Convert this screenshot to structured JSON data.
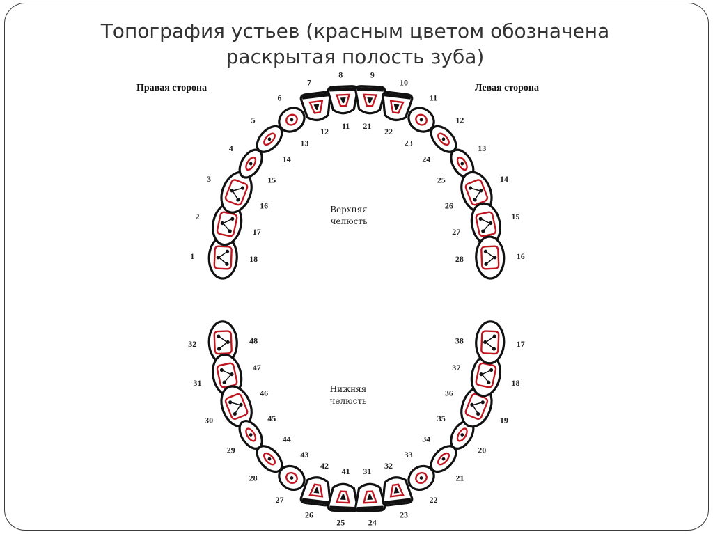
{
  "title": {
    "line1": "Топография устьев  (красным цветом обозначена",
    "line2": "раскрытая полость зуба)"
  },
  "labels": {
    "right_side": "Правая сторона",
    "left_side": "Левая сторона",
    "upper_jaw_line1": "Верхняя",
    "upper_jaw_line2": "челюсть",
    "lower_jaw_line1": "Нижняя",
    "lower_jaw_line2": "челюсть"
  },
  "colors": {
    "outline": "#111111",
    "cavity": "#c0161f",
    "frame": "#3a3a3a"
  },
  "upper_teeth": [
    {
      "type": "molar",
      "outer": "1",
      "inner": "18"
    },
    {
      "type": "molar",
      "outer": "2",
      "inner": "17"
    },
    {
      "type": "molar",
      "outer": "3",
      "inner": "16"
    },
    {
      "type": "premolar",
      "outer": "4",
      "inner": "15"
    },
    {
      "type": "premolar",
      "outer": "5",
      "inner": "14"
    },
    {
      "type": "canine",
      "outer": "6",
      "inner": "13"
    },
    {
      "type": "incisor",
      "outer": "7",
      "inner": "12"
    },
    {
      "type": "incisor",
      "outer": "8",
      "inner": "11"
    },
    {
      "type": "incisor",
      "outer": "9",
      "inner": "21"
    },
    {
      "type": "incisor",
      "outer": "10",
      "inner": "22"
    },
    {
      "type": "canine",
      "outer": "11",
      "inner": "23"
    },
    {
      "type": "premolar",
      "outer": "12",
      "inner": "24"
    },
    {
      "type": "premolar",
      "outer": "13",
      "inner": "25"
    },
    {
      "type": "molar",
      "outer": "14",
      "inner": "26"
    },
    {
      "type": "molar",
      "outer": "15",
      "inner": "27"
    },
    {
      "type": "molar",
      "outer": "16",
      "inner": "28"
    }
  ],
  "lower_teeth": [
    {
      "type": "molar",
      "outer": "32",
      "inner": "48"
    },
    {
      "type": "molar",
      "outer": "31",
      "inner": "47"
    },
    {
      "type": "molar",
      "outer": "30",
      "inner": "46"
    },
    {
      "type": "premolar",
      "outer": "29",
      "inner": "45"
    },
    {
      "type": "premolar",
      "outer": "28",
      "inner": "44"
    },
    {
      "type": "canine",
      "outer": "27",
      "inner": "43"
    },
    {
      "type": "incisor",
      "outer": "26",
      "inner": "42"
    },
    {
      "type": "incisor",
      "outer": "25",
      "inner": "41"
    },
    {
      "type": "incisor",
      "outer": "24",
      "inner": "31"
    },
    {
      "type": "incisor",
      "outer": "23",
      "inner": "32"
    },
    {
      "type": "canine",
      "outer": "22",
      "inner": "33"
    },
    {
      "type": "premolar",
      "outer": "21",
      "inner": "34"
    },
    {
      "type": "premolar",
      "outer": "20",
      "inner": "35"
    },
    {
      "type": "molar",
      "outer": "19",
      "inner": "36"
    },
    {
      "type": "molar",
      "outer": "18",
      "inner": "37"
    },
    {
      "type": "molar",
      "outer": "17",
      "inner": "38"
    }
  ]
}
